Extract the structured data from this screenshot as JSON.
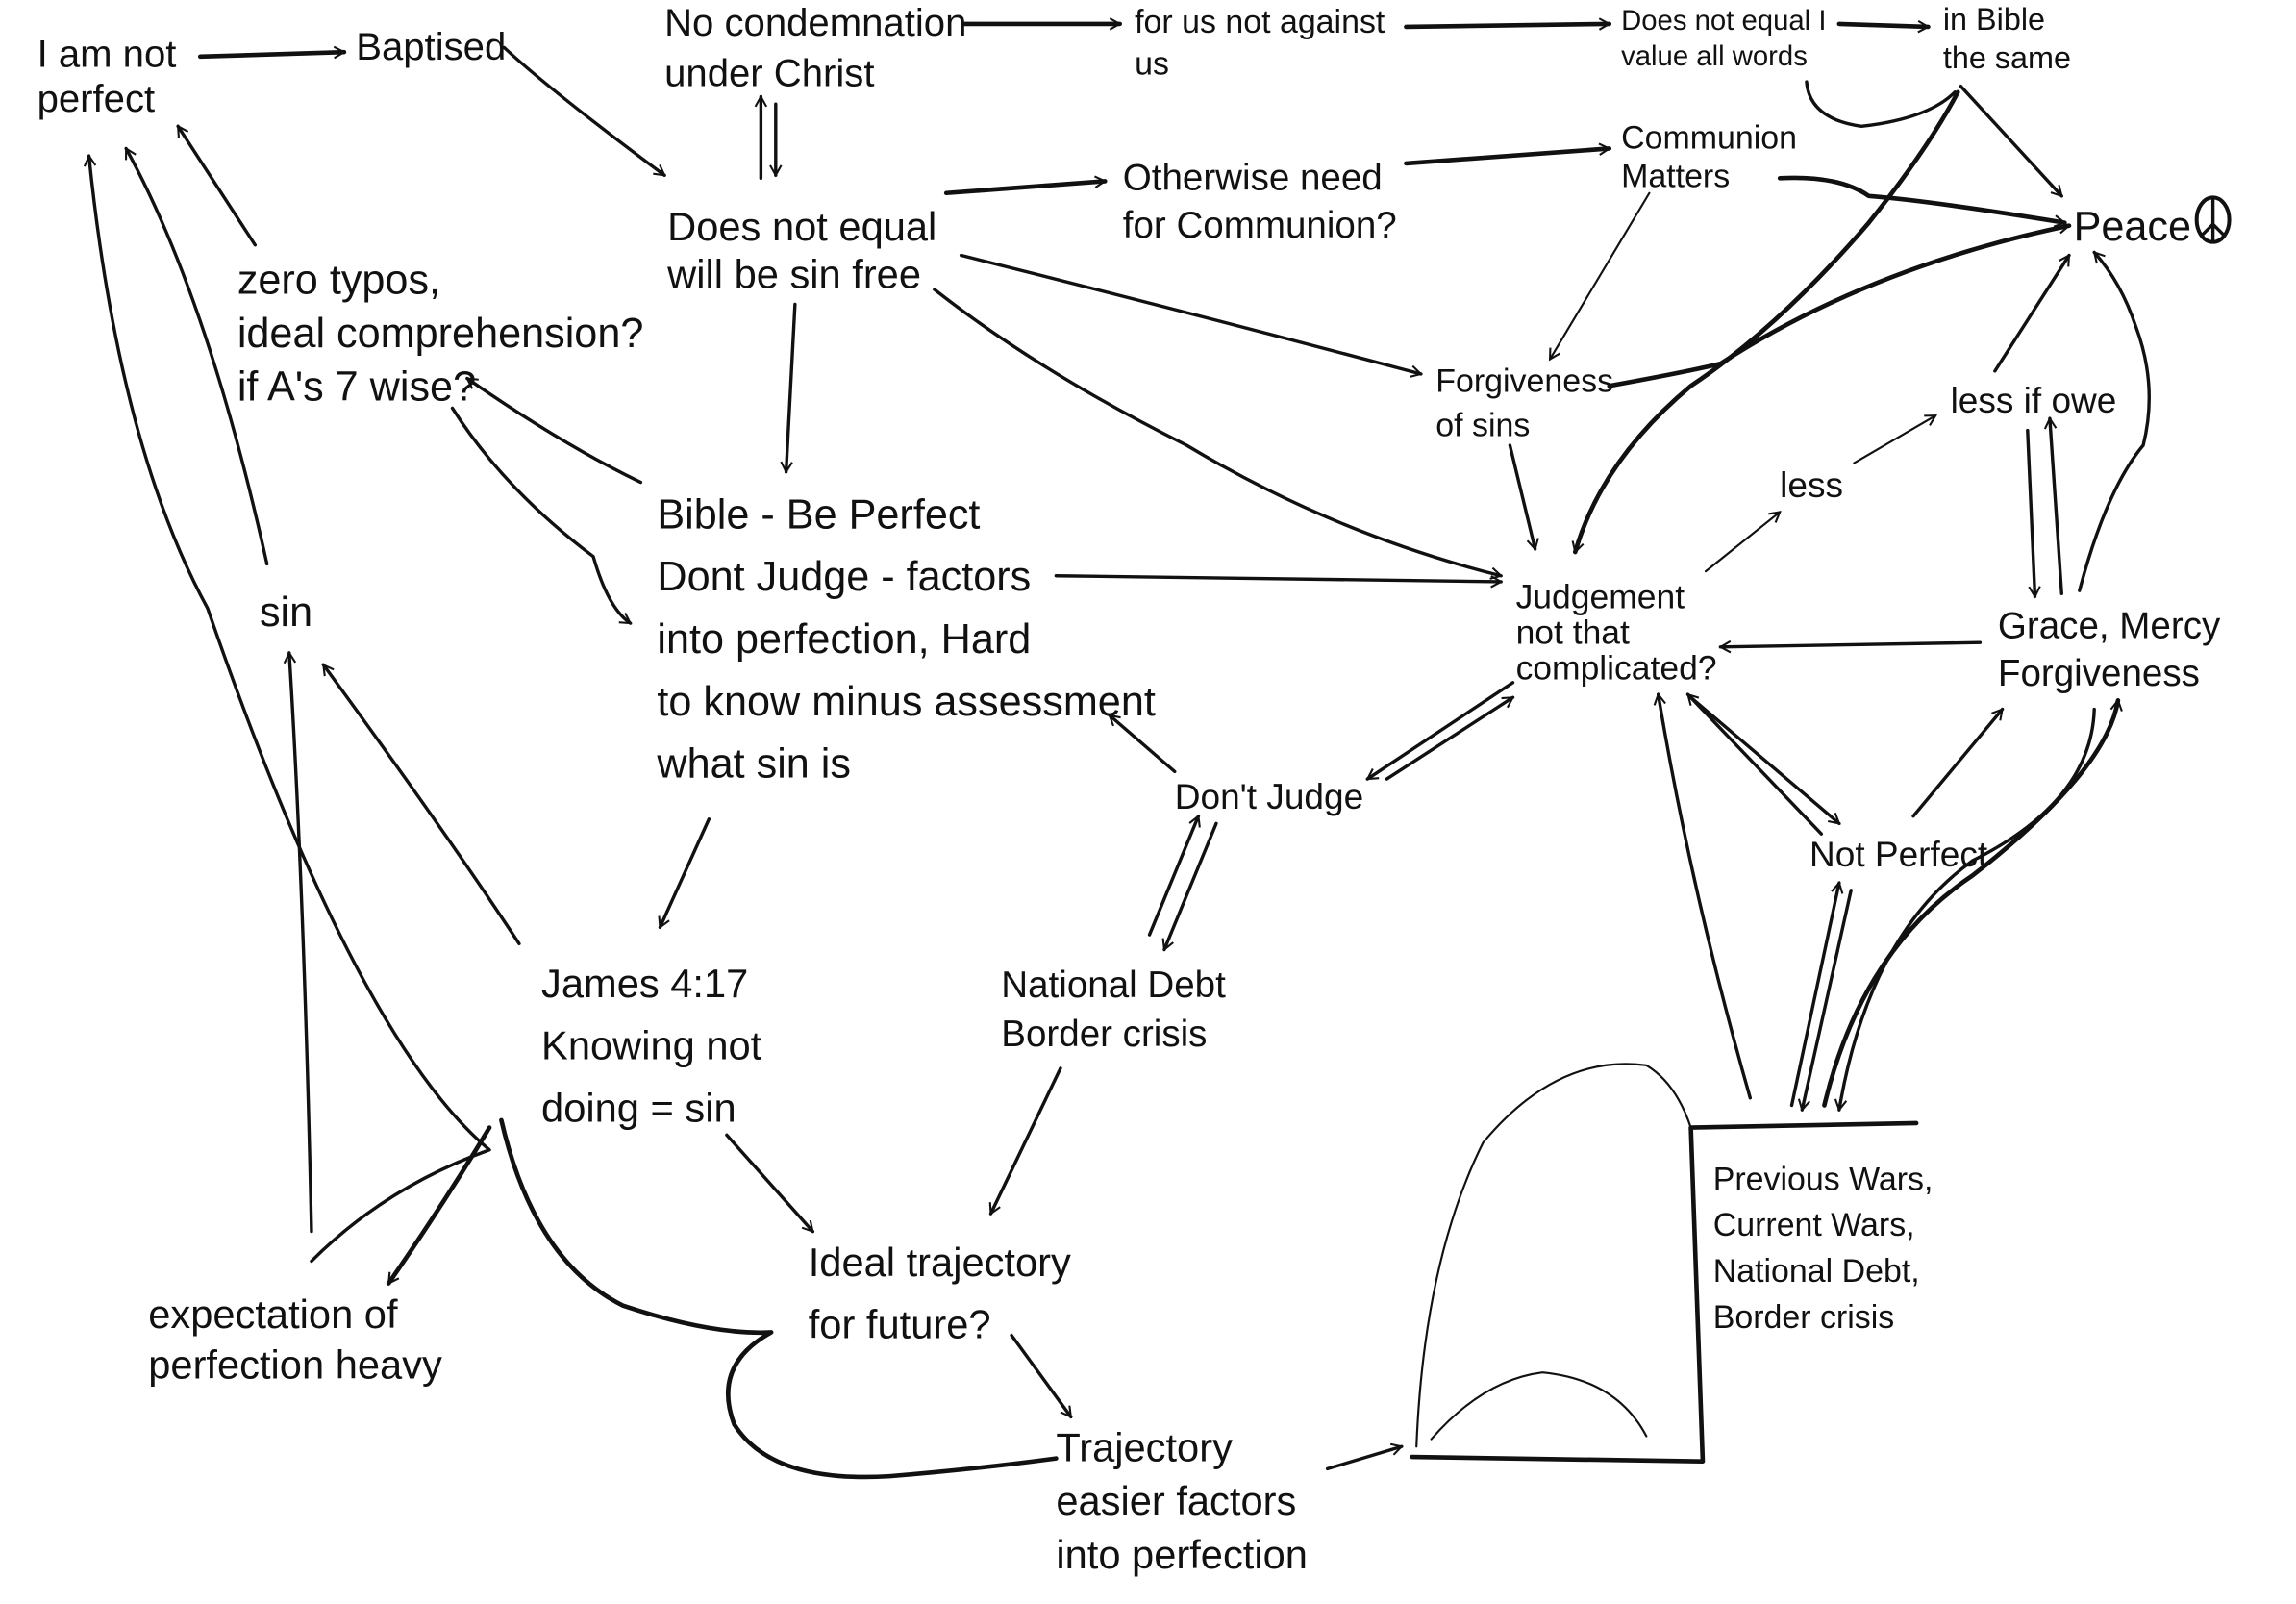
{
  "diagram": {
    "nodes": [
      {
        "id": "not-perfect",
        "lines": [
          "I am not",
          "perfect"
        ]
      },
      {
        "id": "baptised",
        "lines": [
          "Baptised"
        ]
      },
      {
        "id": "no-condemnation",
        "lines": [
          "No condemnation",
          "under Christ"
        ]
      },
      {
        "id": "for-us",
        "lines": [
          "for us not against",
          "us"
        ]
      },
      {
        "id": "value-words",
        "lines": [
          "Does not equal I",
          "value all words"
        ]
      },
      {
        "id": "in-bible",
        "lines": [
          "in Bible",
          "the same"
        ]
      },
      {
        "id": "otherwise-communion",
        "lines": [
          "Otherwise need",
          "for Communion?"
        ]
      },
      {
        "id": "communion-matters",
        "lines": [
          "Communion",
          "Matters"
        ]
      },
      {
        "id": "peace",
        "lines": [
          "Peace"
        ]
      },
      {
        "id": "sin-free",
        "lines": [
          "Does not equal",
          "will be sin free"
        ]
      },
      {
        "id": "zero-typos",
        "lines": [
          "zero typos,",
          "ideal comprehension?",
          "if A's 7 wise?"
        ]
      },
      {
        "id": "forgiveness-sins",
        "lines": [
          "Forgiveness",
          "of sins"
        ]
      },
      {
        "id": "less-if-owe",
        "lines": [
          "less if owe"
        ]
      },
      {
        "id": "less",
        "lines": [
          "less"
        ]
      },
      {
        "id": "bible-perfect",
        "lines": [
          "Bible - Be Perfect",
          "Dont Judge - factors",
          "into perfection, Hard",
          "to know minus assessment",
          "what sin is"
        ]
      },
      {
        "id": "sin",
        "lines": [
          "sin"
        ]
      },
      {
        "id": "judgement",
        "lines": [
          "Judgement",
          "not that",
          "complicated?"
        ]
      },
      {
        "id": "grace",
        "lines": [
          "Grace, Mercy",
          "Forgiveness"
        ]
      },
      {
        "id": "dont-judge",
        "lines": [
          "Don't Judge"
        ]
      },
      {
        "id": "not-perfect-2",
        "lines": [
          "Not Perfect"
        ]
      },
      {
        "id": "national-debt",
        "lines": [
          "National Debt",
          "Border crisis"
        ]
      },
      {
        "id": "james",
        "lines": [
          "James 4:17",
          "Knowing not",
          "doing = sin"
        ]
      },
      {
        "id": "wars",
        "lines": [
          "Previous Wars,",
          "Current Wars,",
          "National Debt,",
          "Border crisis"
        ]
      },
      {
        "id": "ideal-trajectory",
        "lines": [
          "Ideal trajectory",
          "for future?"
        ]
      },
      {
        "id": "expectation",
        "lines": [
          "expectation of",
          "perfection heavy"
        ]
      },
      {
        "id": "trajectory-easier",
        "lines": [
          "Trajectory",
          "easier factors",
          "into perfection"
        ]
      }
    ],
    "peace_icon": "peace-symbol-icon",
    "ink_color": "#111111"
  }
}
